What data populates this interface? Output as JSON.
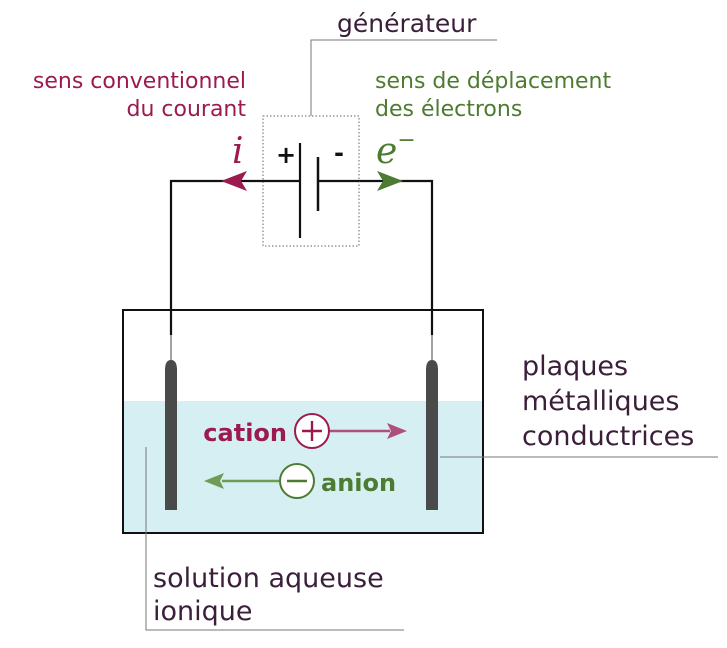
{
  "colors": {
    "current": "#9b1b4f",
    "electron": "#4e7b32",
    "text": "#3b1f3a",
    "wire": "#111111",
    "solution": "#d6eff2",
    "plate": "#4a4a4a",
    "leader": "#777777"
  },
  "labels": {
    "generator": "générateur",
    "conventional_current_line1": "sens conventionnel",
    "conventional_current_line2": "du courant",
    "electron_direction_line1": "sens de déplacement",
    "electron_direction_line2": "des électrons",
    "current_symbol": "i",
    "electron_symbol": "e",
    "electron_superscript": "−",
    "plus_sign": "+",
    "minus_sign": "-",
    "cation": "cation",
    "anion": "anion",
    "cation_charge": "+",
    "anion_charge": "−",
    "plates_line1": "plaques",
    "plates_line2": "métalliques",
    "plates_line3": "conductrices",
    "solution_line1": "solution aqueuse",
    "solution_line2": "ionique"
  },
  "icons": {
    "battery": "battery-icon",
    "current_arrow": "arrow-left-icon",
    "electron_arrow": "arrow-right-icon"
  }
}
